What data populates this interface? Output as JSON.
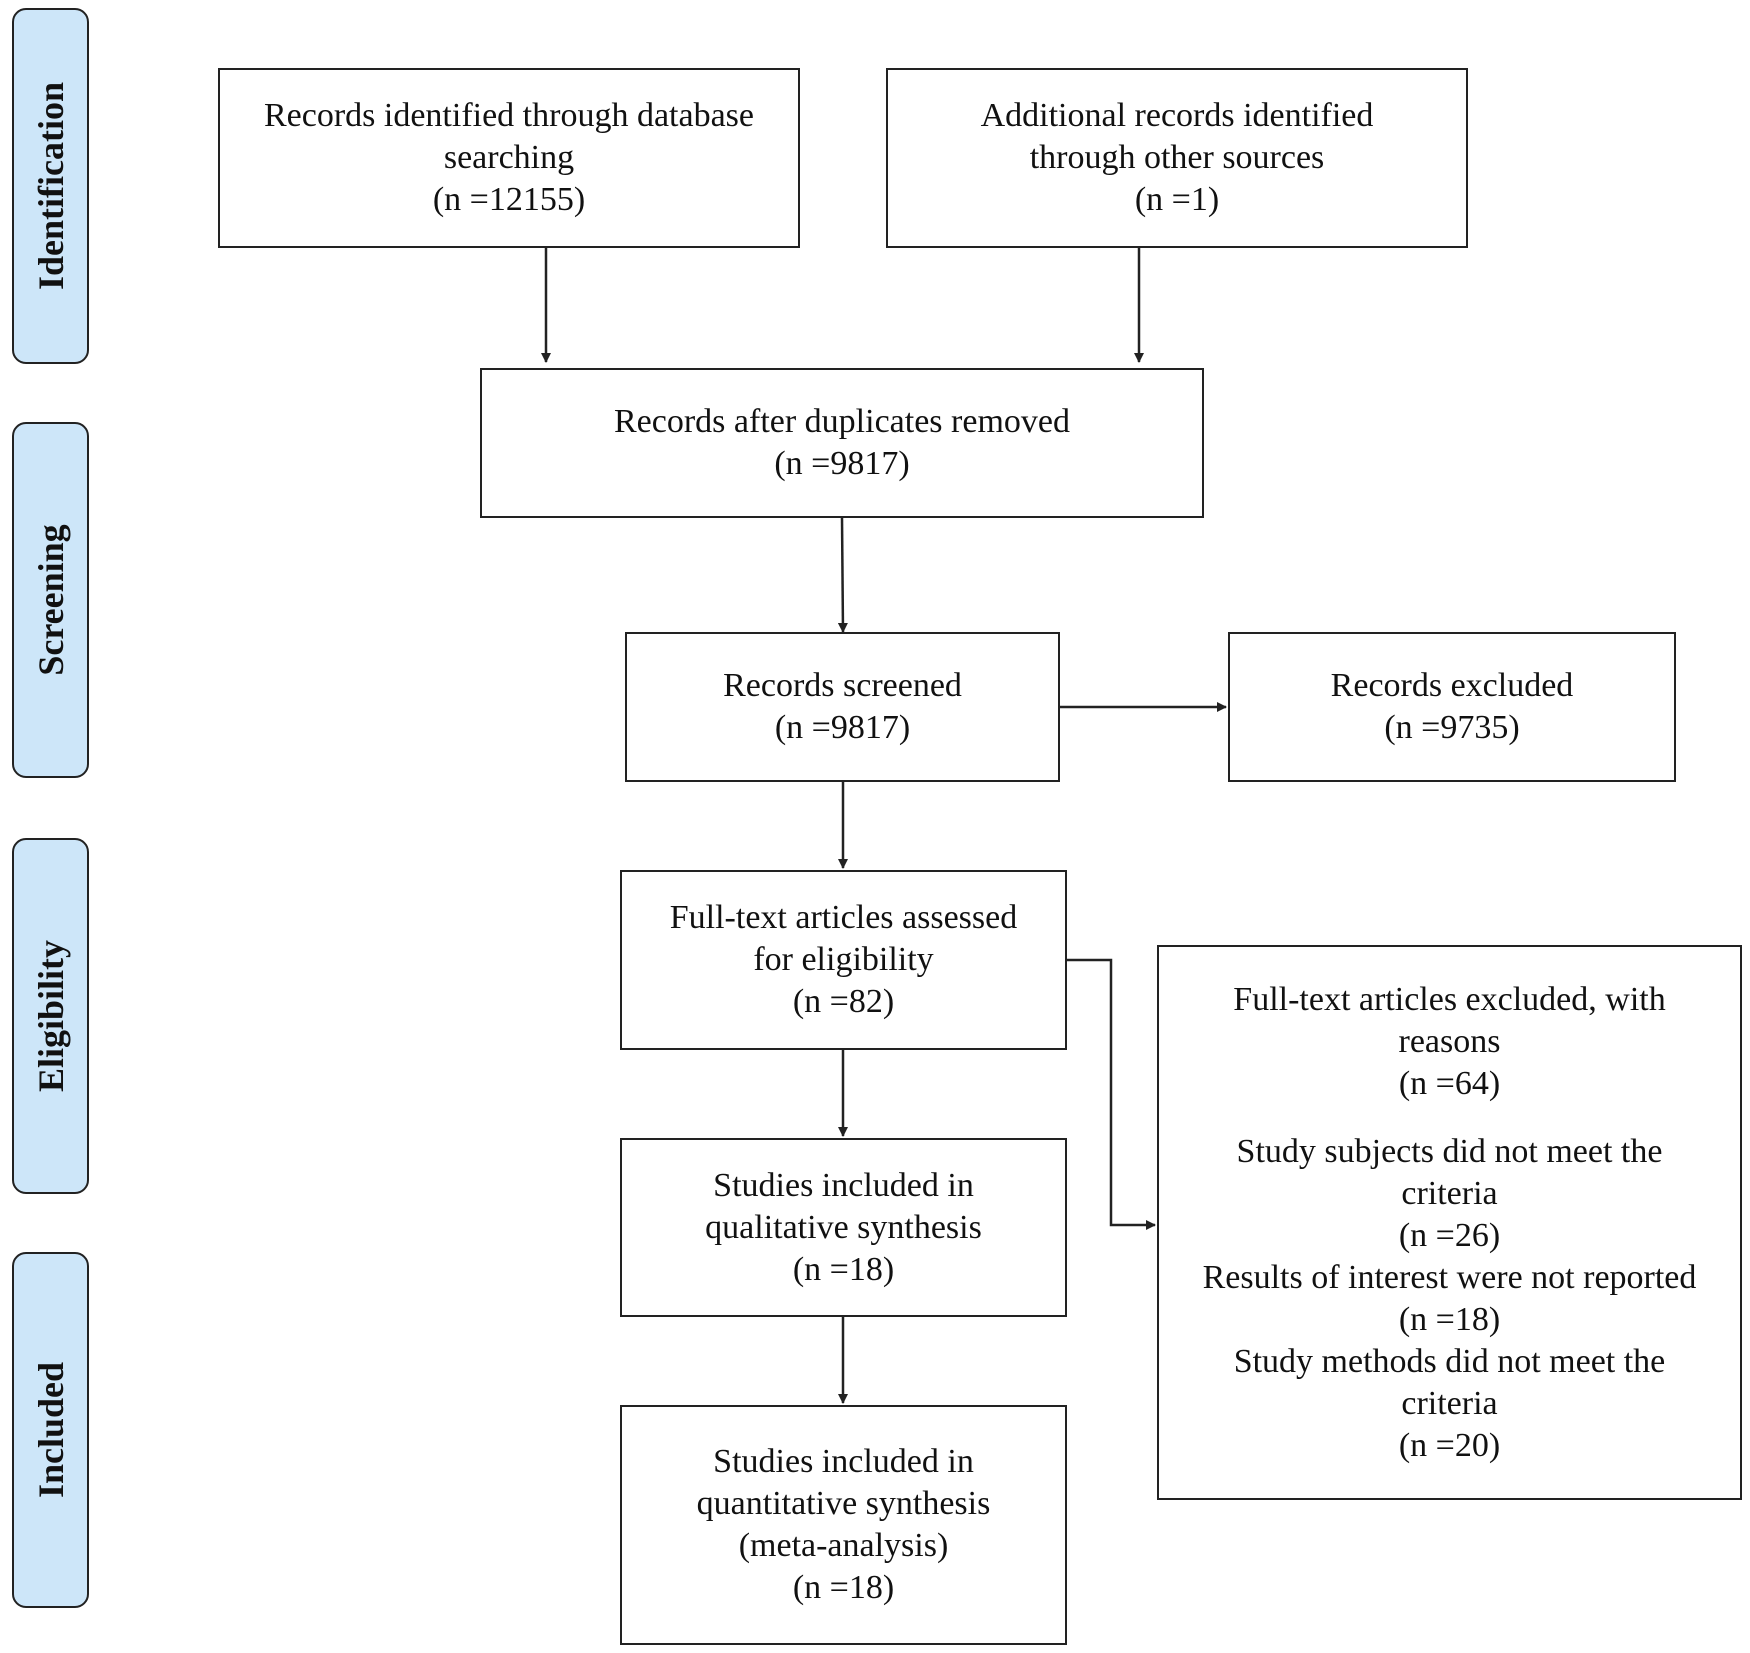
{
  "phases": {
    "identification": "Identification",
    "screening": "Screening",
    "eligibility": "Eligibility",
    "included": "Included"
  },
  "boxes": {
    "database": {
      "line1": "Records identified through database",
      "line2": "searching",
      "count": "(n =12155)"
    },
    "other_sources": {
      "line1": "Additional records identified",
      "line2": "through other sources",
      "count": "(n =1)"
    },
    "after_duplicates": {
      "line1": "Records after duplicates removed",
      "count": "(n =9817)"
    },
    "screened": {
      "line1": "Records screened",
      "count": "(n =9817)"
    },
    "excluded": {
      "line1": "Records excluded",
      "count": "(n =9735)"
    },
    "fulltext_assessed": {
      "line1": "Full-text articles assessed",
      "line2": "for eligibility",
      "count": "(n =82)"
    },
    "qualitative": {
      "line1": "Studies included in",
      "line2": "qualitative synthesis",
      "count": "(n =18)"
    },
    "quantitative": {
      "line1": "Studies included in",
      "line2": "quantitative synthesis",
      "line3": "(meta-analysis)",
      "count": "(n =18)"
    },
    "fulltext_excluded": {
      "line1": "Full-text articles excluded, with",
      "line2": "reasons",
      "count": "(n =64)",
      "reasons": [
        {
          "line1": "Study subjects did not meet the",
          "line2": "criteria",
          "count": "(n =26)"
        },
        {
          "line1": "Results of interest were not reported",
          "count": "(n =18)"
        },
        {
          "line1": "Study methods did not meet the",
          "line2": "criteria",
          "count": "(n =20)"
        }
      ]
    }
  },
  "colors": {
    "phase_fill": "#cde6f9",
    "stroke": "#222222"
  }
}
